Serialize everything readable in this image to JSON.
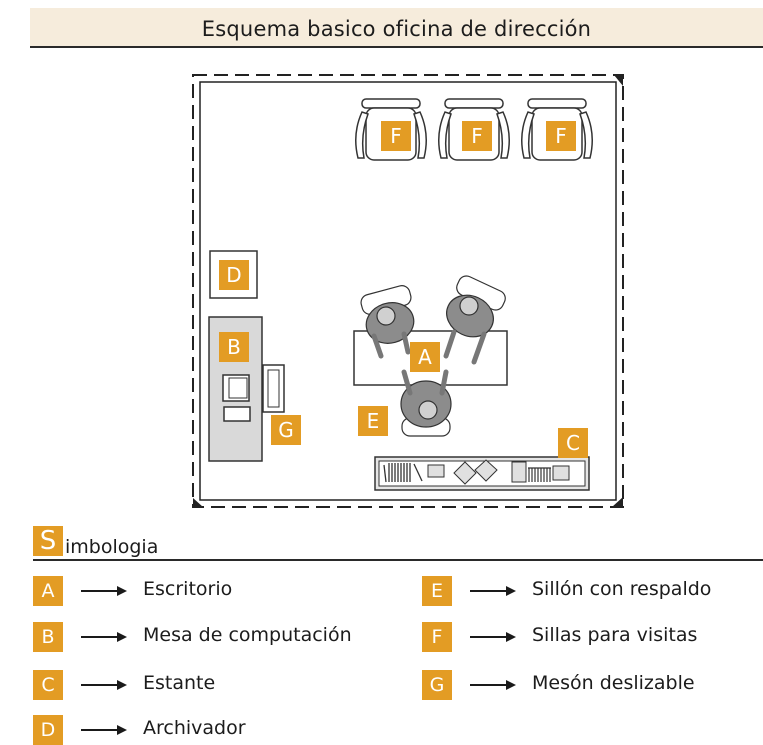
{
  "title": "Esquema basico oficina de dirección",
  "plan": {
    "labels": {
      "A": "A",
      "B": "B",
      "C": "C",
      "D": "D",
      "E": "E",
      "F": "F",
      "G": "G"
    }
  },
  "symbology": {
    "first_letter": "S",
    "rest": "imbologia"
  },
  "legend": [
    {
      "letter": "A",
      "label": "Escritorio"
    },
    {
      "letter": "B",
      "label": "Mesa de computación"
    },
    {
      "letter": "C",
      "label": "Estante"
    },
    {
      "letter": "D",
      "label": "Archivador"
    },
    {
      "letter": "E",
      "label": "Sillón con respaldo"
    },
    {
      "letter": "F",
      "label": "Sillas para visitas"
    },
    {
      "letter": "G",
      "label": "Mesón deslizable"
    }
  ],
  "colors": {
    "accent": "#e39c24",
    "title_band": "#f6ecdc",
    "furniture_gray": "#d9d9d9"
  }
}
